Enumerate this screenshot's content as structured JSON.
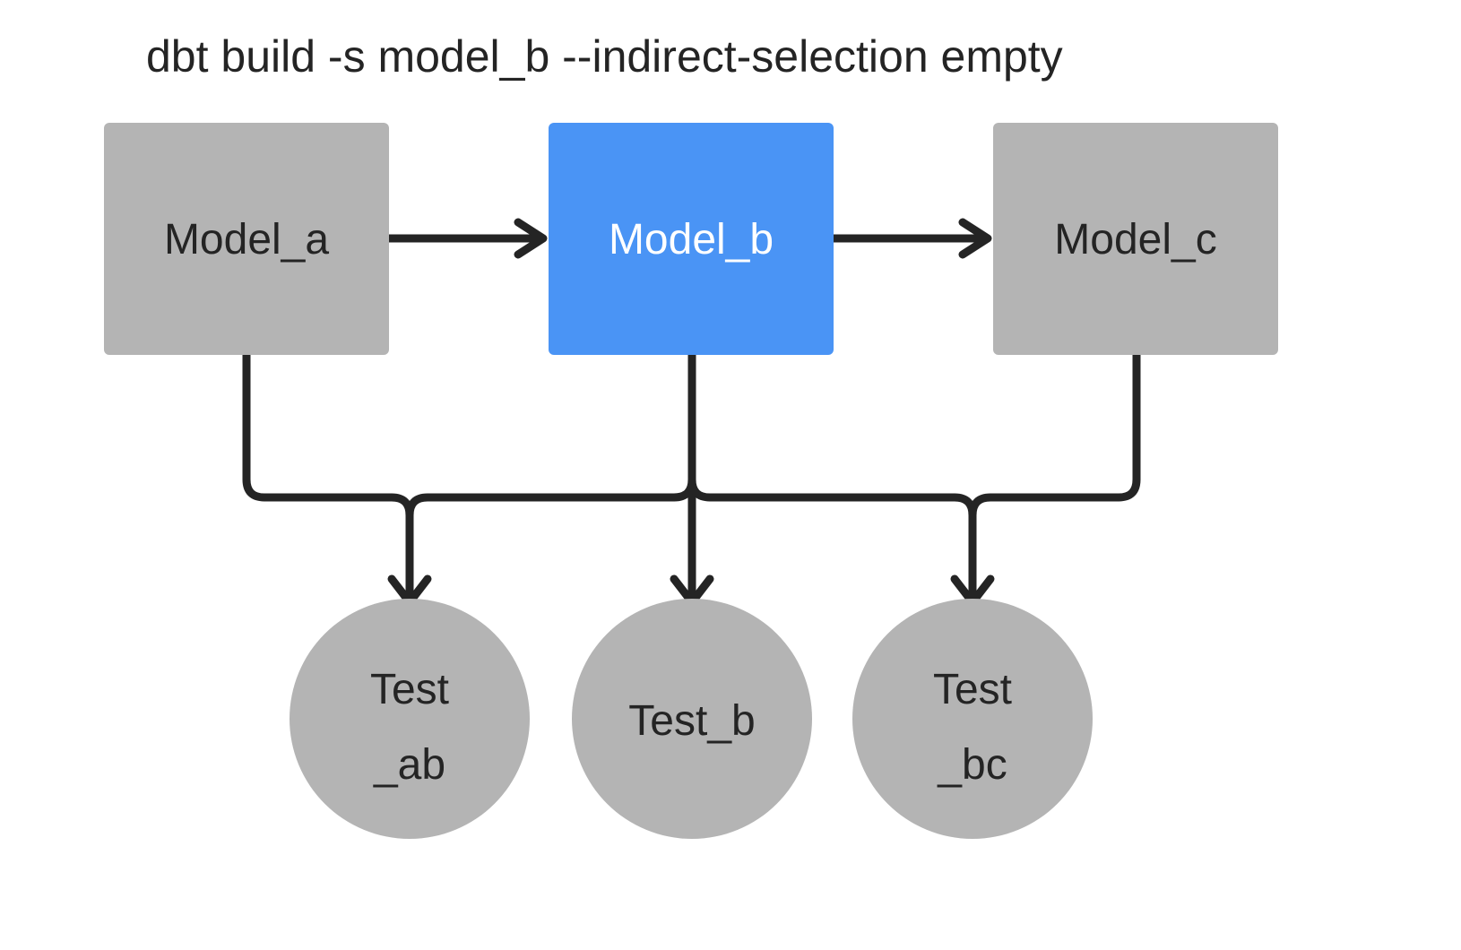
{
  "diagram": {
    "title": "dbt build -s model_b --indirect-selection empty",
    "background_color": "#ffffff",
    "edge_color": "#242424",
    "colors": {
      "node_gray": "#b4b4b4",
      "node_selected_blue": "#4a94f5",
      "text_dark": "#242424",
      "text_light": "#ffffff"
    },
    "models": [
      {
        "id": "model_a",
        "label": "Model_a",
        "selected": false,
        "fill": "#b4b4b4",
        "text_color": "#242424"
      },
      {
        "id": "model_b",
        "label": "Model_b",
        "selected": true,
        "fill": "#4a94f5",
        "text_color": "#ffffff"
      },
      {
        "id": "model_c",
        "label": "Model_c",
        "selected": false,
        "fill": "#b4b4b4",
        "text_color": "#242424"
      }
    ],
    "tests": [
      {
        "id": "test_ab",
        "label_line1": "Test",
        "label_line2": "_ab",
        "fill": "#b4b4b4",
        "text_color": "#242424"
      },
      {
        "id": "test_b",
        "label_line1": "Test_b",
        "label_line2": "",
        "fill": "#b4b4b4",
        "text_color": "#242424"
      },
      {
        "id": "test_bc",
        "label_line1": "Test",
        "label_line2": "_bc",
        "fill": "#b4b4b4",
        "text_color": "#242424"
      }
    ],
    "edges": [
      {
        "id": "edge-model-a-to-model-b",
        "from": "model_a",
        "to": "model_b"
      },
      {
        "id": "edge-model-b-to-model-c",
        "from": "model_b",
        "to": "model_c"
      },
      {
        "id": "edge-model-a-to-test-ab",
        "from": "model_a",
        "to": "test_ab"
      },
      {
        "id": "edge-model-b-to-test-ab",
        "from": "model_b",
        "to": "test_ab"
      },
      {
        "id": "edge-model-b-to-test-b",
        "from": "model_b",
        "to": "test_b"
      },
      {
        "id": "edge-model-b-to-test-bc",
        "from": "model_b",
        "to": "test_bc"
      },
      {
        "id": "edge-model-c-to-test-bc",
        "from": "model_c",
        "to": "test_bc"
      }
    ]
  }
}
